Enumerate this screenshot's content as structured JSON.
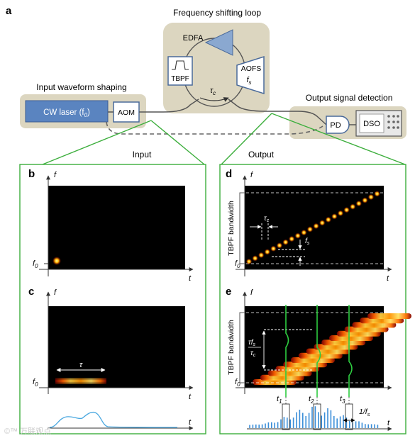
{
  "panel_letters": {
    "a": "a",
    "b": "b",
    "c": "c",
    "d": "d",
    "e": "e"
  },
  "loop_title": "Frequency shifting loop",
  "input_shaping_title": "Input waveform shaping",
  "output_detection_title": "Output signal detection",
  "components": {
    "edfa": "EDFA",
    "tbpf": "TBPF",
    "aofs_top": "AOFS",
    "aofs_bottom": "f",
    "aofs_bottom_sub": "s",
    "tau_c": "τ",
    "tau_c_sub": "c",
    "cw_laser": "CW laser (f",
    "cw_laser_sub": "0",
    "cw_laser_end": ")",
    "aom": "AOM",
    "pd": "PD",
    "dso": "DSO"
  },
  "section_labels": {
    "input": "Input",
    "output": "Output"
  },
  "axes": {
    "f": "f",
    "t": "t",
    "f0": "f",
    "f0_sub": "0"
  },
  "panel_c": {
    "tau": "τ"
  },
  "panel_d": {
    "bandwidth": "TBPF bandwidth",
    "tau_c": "τ",
    "tau_c_sub": "c",
    "fs": "f",
    "fs_sub": "s"
  },
  "panel_e": {
    "bandwidth": "TBPF bandwidth",
    "frac_num": "τf",
    "frac_num_sub": "s",
    "frac_den": "τ",
    "frac_den_sub": "c",
    "t1": "t",
    "t1_sub": "1",
    "t2": "t",
    "t2_sub": "2",
    "t3": "t",
    "t3_sub": "3",
    "period": "1/f",
    "period_sub": "s"
  },
  "watermark": "©™ 万联观点"
}
